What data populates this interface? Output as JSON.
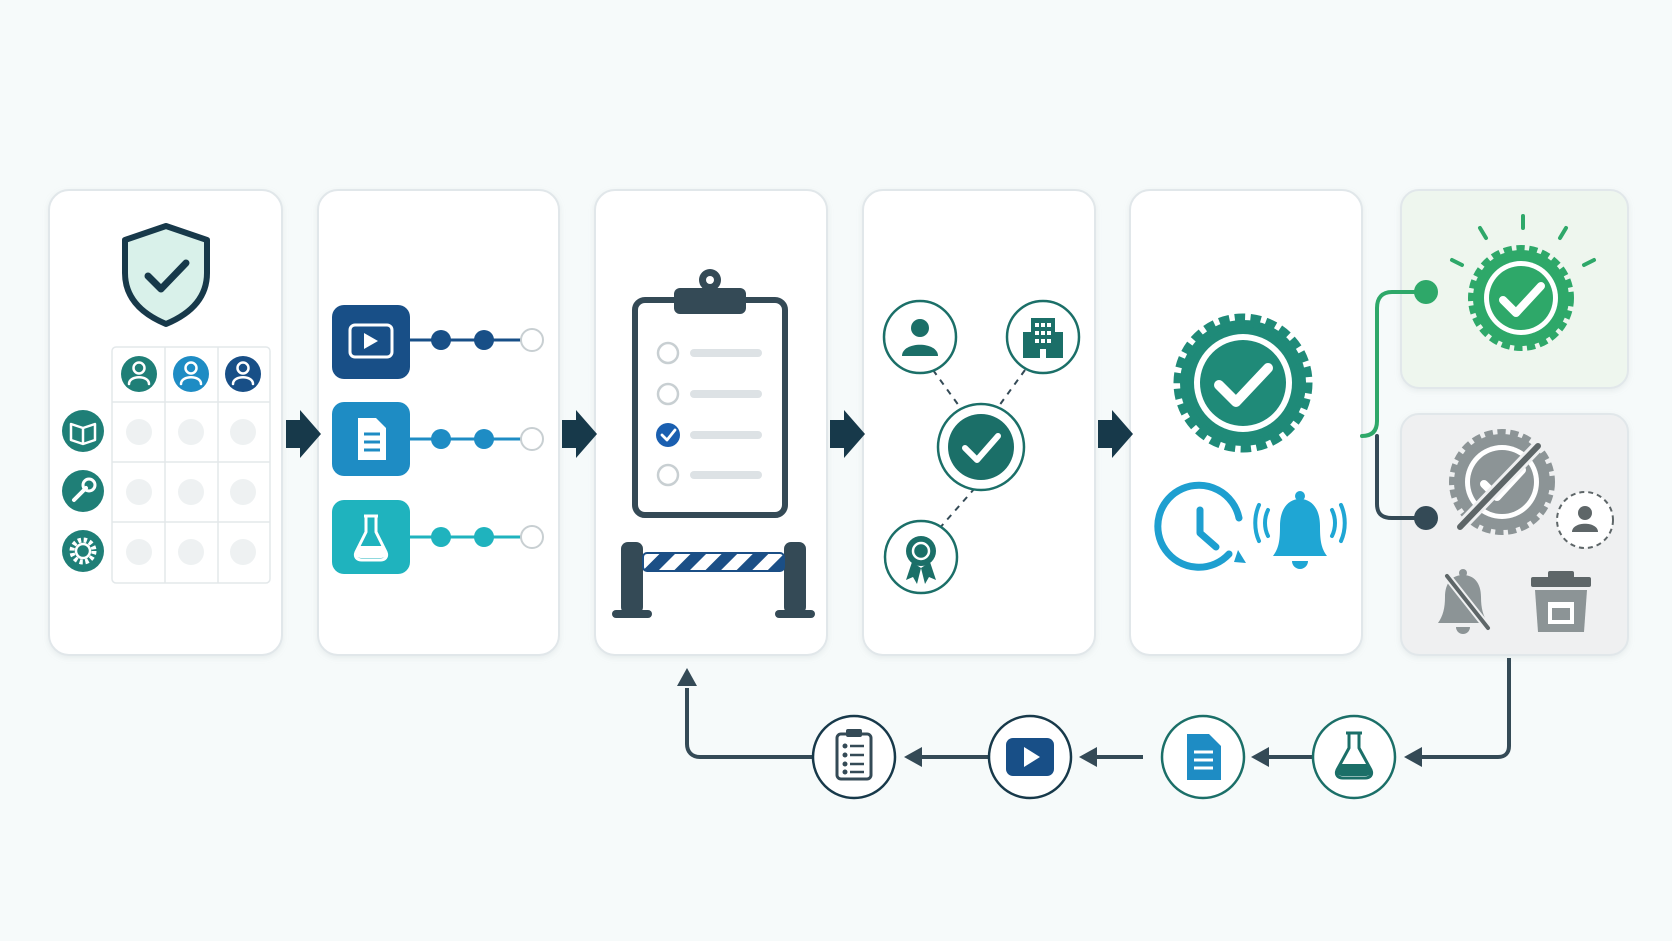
{
  "colors": {
    "background": "#f6fafa",
    "card_bg": "#ffffff",
    "card_border": "#e1e7ea",
    "dark_navy": "#17394a",
    "teal": "#1f7f77",
    "teal_dark": "#1b6f68",
    "green": "#2ea869",
    "blue_dark": "#184f87",
    "blue": "#1e8cc4",
    "cyan": "#1fb3be",
    "gray": "#8c9496",
    "gray_dark": "#5e6668",
    "success_bg": "#eef6ee",
    "disabled_bg": "#eff0f1",
    "light_gray": "#dde2e5"
  },
  "stages": [
    {
      "id": "access-control",
      "icons": [
        "shield-check-icon",
        "user-icon",
        "user-icon",
        "user-icon",
        "book-icon",
        "wrench-icon",
        "gear-icon"
      ],
      "matrix": {
        "rows": 3,
        "cols": 3
      }
    },
    {
      "id": "content-assignment",
      "icons": [
        "video-icon",
        "document-icon",
        "flask-icon"
      ],
      "tracks": [
        {
          "icon": "video-icon",
          "filled": 2,
          "total": 3
        },
        {
          "icon": "document-icon",
          "filled": 2,
          "total": 3
        },
        {
          "icon": "flask-icon",
          "filled": 2,
          "total": 3
        }
      ]
    },
    {
      "id": "checklist-gate",
      "icons": [
        "clipboard-icon",
        "checkbox-checked-icon",
        "barrier-gate-icon"
      ],
      "checklist": [
        false,
        false,
        true,
        false
      ]
    },
    {
      "id": "approval-network",
      "icons": [
        "user-icon",
        "building-icon",
        "check-circle-icon",
        "award-badge-icon"
      ]
    },
    {
      "id": "certification",
      "icons": [
        "verified-badge-icon",
        "clock-icon",
        "bell-ringing-icon"
      ]
    },
    {
      "id": "outcomes",
      "branches": [
        {
          "id": "success",
          "icons": [
            "verified-badge-icon"
          ]
        },
        {
          "id": "revoked",
          "icons": [
            "badge-slashed-icon",
            "user-icon",
            "bell-off-icon",
            "trash-icon"
          ]
        }
      ]
    }
  ],
  "connectors": [
    "arrow-right-icon",
    "arrow-right-icon",
    "arrow-right-icon",
    "arrow-right-icon"
  ],
  "retraining_loop": {
    "icons": [
      "flask-icon",
      "document-icon",
      "video-icon",
      "clipboard-icon"
    ]
  }
}
